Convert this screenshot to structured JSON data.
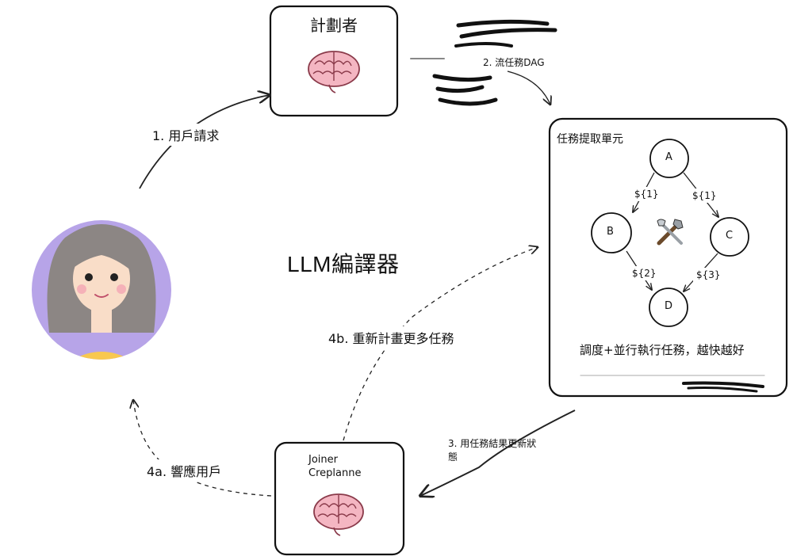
{
  "title": "LLM編譯器",
  "planner": {
    "title": "計劃者"
  },
  "executor": {
    "title": "任務提取單元",
    "caption": "調度+並行執行任務，越快越好",
    "nodes": [
      "A",
      "B",
      "C",
      "D"
    ],
    "deps": [
      "${1}",
      "${1}",
      "${2}",
      "${3}"
    ]
  },
  "joiner": {
    "title_line1": "Joiner",
    "title_line2": "Creplanne"
  },
  "edges": {
    "user_request": "1. 用戶請求",
    "stream_dag": "2. 流任務DAG",
    "update_state_line1": "3. 用任務結果更新狀",
    "update_state_line2": "態",
    "replan": "4b. 重新計畫更多任務",
    "respond": "4a. 響應用戶"
  },
  "colors": {
    "brain": "#f4b6c2",
    "brain_line": "#8a3a4a",
    "avatar_bg": "#b7a4e8",
    "hair": "#8c8684",
    "shirt": "#f8c84f",
    "skin": "#f9ddc8"
  },
  "icons": [
    "tools-icon",
    "brain-icon",
    "avatar-icon"
  ]
}
